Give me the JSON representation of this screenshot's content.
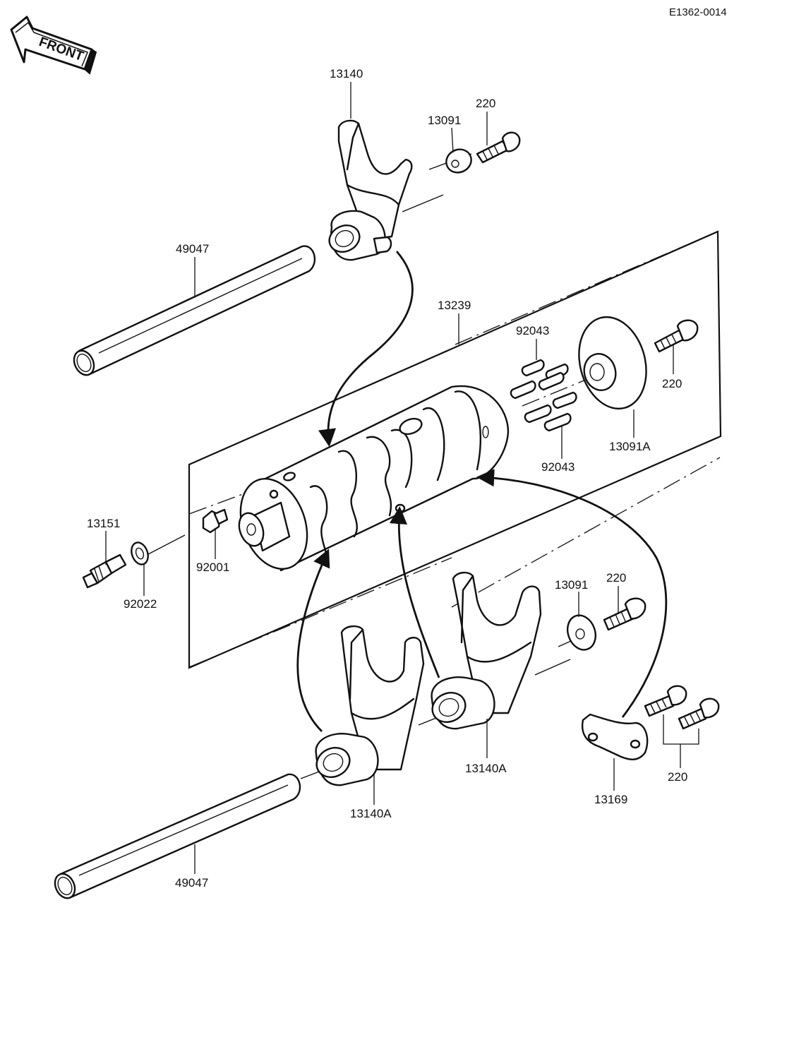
{
  "diagram_code": "E1362-0014",
  "front_arrow": {
    "label": "FRONT"
  },
  "parts": {
    "fork_upper": "13140",
    "washer_upper": "13091",
    "bolt_upper": "220",
    "shaft_upper": "49047",
    "drum": "13239",
    "pins_top": "92043",
    "pins_bottom": "92043",
    "drum_plate": "13091A",
    "bolt_drum": "220",
    "switch": "13151",
    "pin_pivot": "92001",
    "washer_switch": "92022",
    "washer_lower": "13091",
    "bolt_lower": "220",
    "fork_lower_left": "13140A",
    "fork_lower_mid": "13140A",
    "stopper": "13169",
    "bolts_stopper": "220",
    "shaft_lower": "49047"
  }
}
